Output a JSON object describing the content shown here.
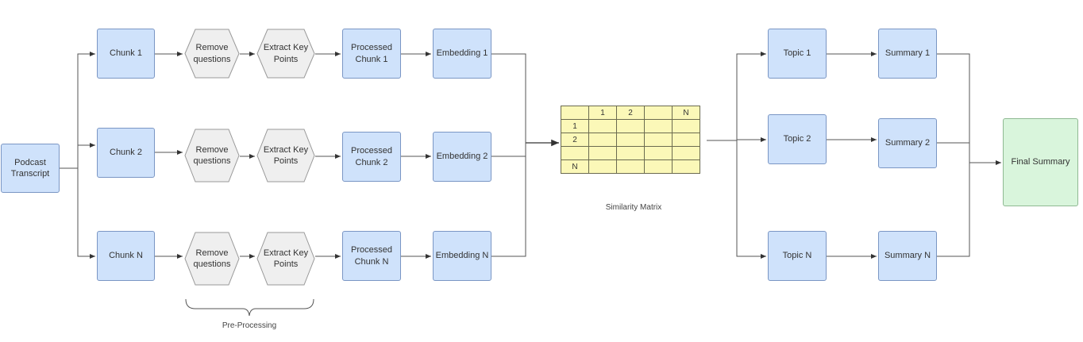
{
  "transcript": "Podcast\nTranscript",
  "rows": [
    {
      "chunk": "Chunk 1",
      "remove": "Remove\nquestions",
      "extract": "Extract Key\nPoints",
      "processed": "Processed\nChunk 1",
      "embedding": "Embedding 1"
    },
    {
      "chunk": "Chunk 2",
      "remove": "Remove\nquestions",
      "extract": "Extract Key\nPoints",
      "processed": "Processed\nChunk 2",
      "embedding": "Embedding 2"
    },
    {
      "chunk": "Chunk N",
      "remove": "Remove\nquestions",
      "extract": "Extract Key\nPoints",
      "processed": "Processed\nChunk N",
      "embedding": "Embedding N"
    }
  ],
  "matrix": {
    "header": [
      "",
      "1",
      "2",
      "",
      "N"
    ],
    "row_labels": [
      "1",
      "2",
      "",
      "N"
    ],
    "caption": "Similarity Matrix"
  },
  "topics": [
    {
      "topic": "Topic 1",
      "summary": "Summary 1"
    },
    {
      "topic": "Topic 2",
      "summary": "Summary 2"
    },
    {
      "topic": "Topic N",
      "summary": "Summary N"
    }
  ],
  "final": "Final Summary",
  "preprocessing_label": "Pre-Processing",
  "colors": {
    "blue": "#cfe2fb",
    "hex_fill": "#efefef",
    "matrix_fill": "#fbf8b8",
    "green": "#d9f5dc"
  }
}
